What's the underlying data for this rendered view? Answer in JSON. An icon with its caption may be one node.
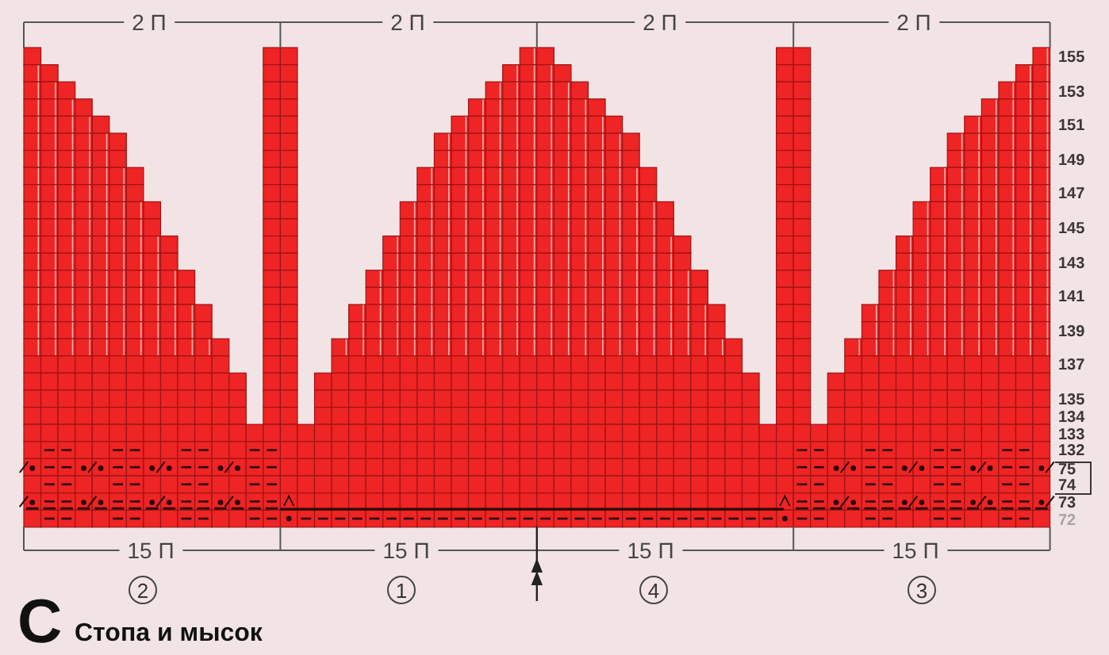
{
  "diagram": {
    "title": "Стопа и мысок",
    "nodes": [
      {
        "text": [
          "75",
          "74"
        ]
      },
      {
        "text": [
          "2"
        ]
      },
      {
        "text": [
          "1"
        ]
      },
      {
        "text": [
          "4"
        ]
      },
      {
        "text": [
          "3"
        ]
      }
    ],
    "labels": [
      "2 П",
      "2 П",
      "2 П",
      "2 П",
      "155",
      "153",
      "151",
      "149",
      "147",
      "145",
      "143",
      "141",
      "139",
      "137",
      "135",
      "134",
      "133",
      "132",
      "73",
      "72",
      "15 П",
      "15 П",
      "15 П",
      "15 П",
      "C"
    ]
  }
}
